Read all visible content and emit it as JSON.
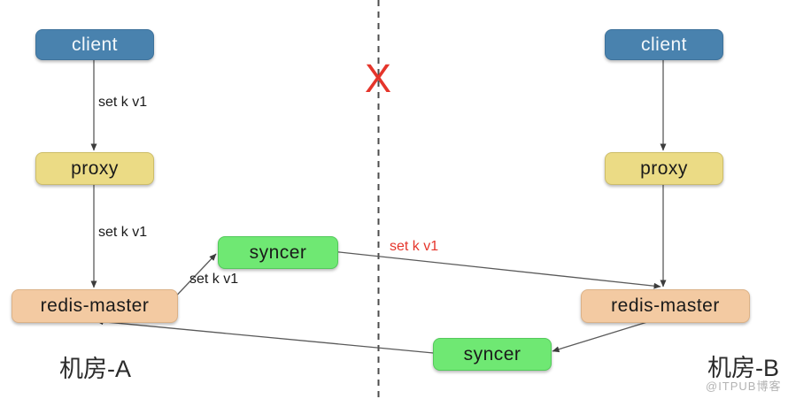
{
  "nodes": {
    "client_a": {
      "label": "client"
    },
    "proxy_a": {
      "label": "proxy"
    },
    "redis_master_a": {
      "label": "redis-master"
    },
    "syncer_top": {
      "label": "syncer"
    },
    "client_b": {
      "label": "client"
    },
    "proxy_b": {
      "label": "proxy"
    },
    "redis_master_b": {
      "label": "redis-master"
    },
    "syncer_bottom": {
      "label": "syncer"
    }
  },
  "labels": {
    "client_to_proxy_a": "set k v1",
    "proxy_to_master_a": "set k v1",
    "master_a_to_syncer": "set k v1",
    "syncer_to_master_b": "set k v1",
    "zone_a": "机房-A",
    "zone_b": "机房-B",
    "partition_x": "X",
    "watermark": "@ITPUB博客"
  },
  "colors": {
    "client_box": "#4982ae",
    "proxy_box": "#ebdb85",
    "redis_master_box": "#f3caa2",
    "syncer_box": "#6fe873",
    "alert_red": "#e5352b",
    "connector_line": "#5a5a5a",
    "partition_divider": "#4d4d4d"
  }
}
